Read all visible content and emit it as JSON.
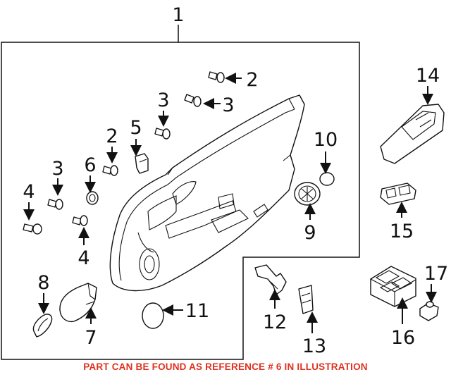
{
  "labels": {
    "n1": "1",
    "n2a": "2",
    "n2b": "2",
    "n3a": "3",
    "n3b": "3",
    "n3c": "3",
    "n4a": "4",
    "n4b": "4",
    "n5": "5",
    "n6": "6",
    "n7": "7",
    "n8": "8",
    "n9": "9",
    "n10": "10",
    "n11": "11",
    "n12": "12",
    "n13": "13",
    "n14": "14",
    "n15": "15",
    "n16": "16",
    "n17": "17"
  },
  "footer_note": "PART CAN BE FOUND AS REFERENCE # 6 IN ILLUSTRATION",
  "colors": {
    "footer": "#e0301e",
    "lines": "#111111"
  }
}
